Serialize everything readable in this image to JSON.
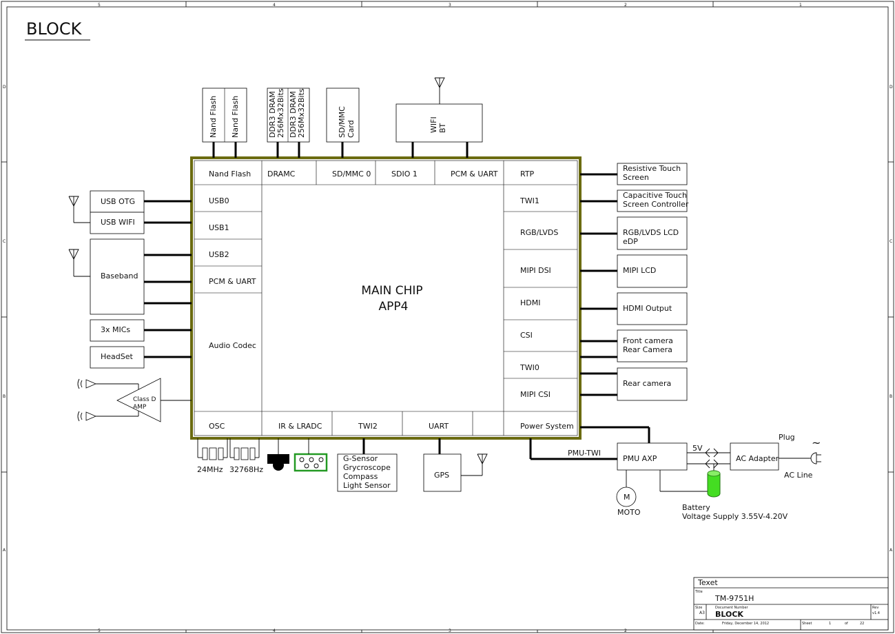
{
  "page": {
    "title": "BLOCK"
  },
  "zones": {
    "columns": [
      "5",
      "4",
      "3",
      "2",
      "1"
    ],
    "rows": [
      "D",
      "C",
      "B",
      "A"
    ]
  },
  "main_chip": {
    "name": "MAIN CHIP",
    "model": "APP4",
    "border_color": "#6b6b10",
    "top_ports": [
      "Nand Flash",
      "DRAMC",
      "SD/MMC 0",
      "SDIO 1",
      "PCM & UART"
    ],
    "left_ports": [
      "USB0",
      "USB1",
      "USB2",
      "PCM & UART",
      "Audio Codec"
    ],
    "right_ports": [
      "RTP",
      "TWI1",
      "RGB/LVDS",
      "MIPI DSI",
      "HDMI",
      "CSI",
      "TWI0",
      "MIPI CSI",
      "Power System"
    ],
    "bottom_ports": [
      "OSC",
      "IR & LRADC",
      "TWI2",
      "UART",
      ""
    ]
  },
  "top_devices": {
    "nand_flash": [
      "Nand Flash",
      "Nand Flash"
    ],
    "ddr": [
      {
        "line1": "DDR3 DRAM",
        "line2": "256Mx32Bits"
      },
      {
        "line1": "DDR3 DRAM",
        "line2": "256Mx32Bits"
      }
    ],
    "sd_card": {
      "line1": "SD/MMC",
      "line2": "Card"
    },
    "wifi": {
      "line1": "WIFI",
      "line2": "BT"
    }
  },
  "left_devices": {
    "usb_otg": "USB OTG",
    "usb_wifi": "USB WIFI",
    "baseband": "Baseband",
    "mics": "3x MICs",
    "headset": "HeadSet",
    "amp": {
      "line1": "Class D",
      "line2": "AMP"
    }
  },
  "right_devices": {
    "resistive": {
      "line1": "Resistive Touch",
      "line2": "Screen"
    },
    "capacitive": {
      "line1": "Capacitive Touch",
      "line2": "Screen Controller"
    },
    "lcd": {
      "line1": "RGB/LVDS LCD",
      "line2": "eDP"
    },
    "mipi_lcd": "MIPI LCD",
    "hdmi_out": "HDMI Output",
    "cameras": {
      "line1": "Front camera",
      "line2": "Rear Camera"
    },
    "rear_cam": "Rear camera"
  },
  "bottom_devices": {
    "osc_24": "24MHz",
    "osc_32": "32768Hz",
    "sensors": [
      "G-Sensor",
      "Grycroscope",
      "Compass",
      "Light Sensor"
    ],
    "gps": "GPS",
    "pmu_twi": "PMU-TWI",
    "pmu": "PMU AXP",
    "moto_letter": "M",
    "moto": "MOTO",
    "v5": "5V",
    "adapter": "AC Adapter",
    "plug": "Plug",
    "tilde": "~",
    "ac_line": "AC Line",
    "battery": "Battery",
    "voltage": "Voltage Supply 3.55V-4.20V"
  },
  "title_block": {
    "company": "Texet",
    "title_label": "Title",
    "title": "TM-9751H",
    "size_label": "Size",
    "size": "A3",
    "docnum_label": "Document Number",
    "docnum": "BLOCK",
    "rev_label": "Rev",
    "rev": "v1.4",
    "date_label": "Date:",
    "date": "Friday, December 14, 2012",
    "sheet_label": "Sheet",
    "sheet": "1",
    "of_label": "of",
    "total": "22"
  },
  "colors": {
    "battery": "#44dd22",
    "connector": "#229922"
  }
}
